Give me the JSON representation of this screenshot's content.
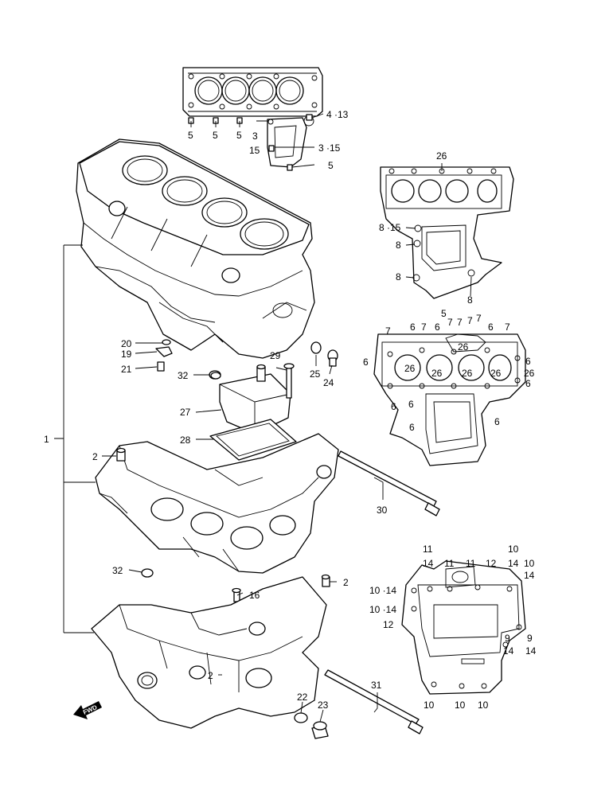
{
  "diagram": {
    "fwd_label": "FWD",
    "callouts": [
      {
        "id": "c1",
        "text": "1"
      },
      {
        "id": "c2a",
        "text": "2"
      },
      {
        "id": "c2b",
        "text": "2"
      },
      {
        "id": "c2c",
        "text": "2"
      },
      {
        "id": "c3a",
        "text": "3"
      },
      {
        "id": "c15a",
        "text": "15"
      },
      {
        "id": "c3_15",
        "text": "3 ·15"
      },
      {
        "id": "c4_13",
        "text": "4 ·13"
      },
      {
        "id": "c5a",
        "text": "5"
      },
      {
        "id": "c5b",
        "text": "5"
      },
      {
        "id": "c5c",
        "text": "5"
      },
      {
        "id": "c5d",
        "text": "5"
      },
      {
        "id": "c16",
        "text": "16"
      },
      {
        "id": "c19",
        "text": "19"
      },
      {
        "id": "c20",
        "text": "20"
      },
      {
        "id": "c21",
        "text": "21"
      },
      {
        "id": "c22",
        "text": "22"
      },
      {
        "id": "c23",
        "text": "23"
      },
      {
        "id": "c24",
        "text": "24"
      },
      {
        "id": "c25",
        "text": "25"
      },
      {
        "id": "c27",
        "text": "27"
      },
      {
        "id": "c28",
        "text": "28"
      },
      {
        "id": "c29",
        "text": "29"
      },
      {
        "id": "c30",
        "text": "30"
      },
      {
        "id": "c31",
        "text": "31"
      },
      {
        "id": "c32a",
        "text": "32"
      },
      {
        "id": "c32b",
        "text": "32"
      },
      {
        "id": "r1_26",
        "text": "26"
      },
      {
        "id": "r1_8_15",
        "text": "8 ·15"
      },
      {
        "id": "r1_8a",
        "text": "8"
      },
      {
        "id": "r1_8b",
        "text": "8"
      },
      {
        "id": "r1_8c",
        "text": "8"
      },
      {
        "id": "r2_5",
        "text": "5"
      },
      {
        "id": "r2_7a",
        "text": "7"
      },
      {
        "id": "r2_6a",
        "text": "6"
      },
      {
        "id": "r2_7b",
        "text": "7"
      },
      {
        "id": "r2_6b",
        "text": "6"
      },
      {
        "id": "r2_7c",
        "text": "7"
      },
      {
        "id": "r2_7d",
        "text": "7"
      },
      {
        "id": "r2_7e",
        "text": "7"
      },
      {
        "id": "r2_7f",
        "text": "7"
      },
      {
        "id": "r2_6c",
        "text": "6"
      },
      {
        "id": "r2_7g",
        "text": "7"
      },
      {
        "id": "r2_26a",
        "text": "26"
      },
      {
        "id": "r2_6d",
        "text": "6"
      },
      {
        "id": "r2_26b",
        "text": "26"
      },
      {
        "id": "r2_6e",
        "text": "6"
      },
      {
        "id": "r2_26c",
        "text": "26"
      },
      {
        "id": "r2_26d",
        "text": "26"
      },
      {
        "id": "r2_26e",
        "text": "26"
      },
      {
        "id": "r2_26f",
        "text": "26"
      },
      {
        "id": "r2_6f",
        "text": "6"
      },
      {
        "id": "r2_6g",
        "text": "6"
      },
      {
        "id": "r2_6h",
        "text": "6"
      },
      {
        "id": "r2_6i",
        "text": "6"
      },
      {
        "id": "r2_6j",
        "text": "6"
      },
      {
        "id": "r3_11a",
        "text": "11"
      },
      {
        "id": "r3_14a",
        "text": "14"
      },
      {
        "id": "r3_11b",
        "text": "11"
      },
      {
        "id": "r3_11c",
        "text": "11"
      },
      {
        "id": "r3_12a",
        "text": "12"
      },
      {
        "id": "r3_10a",
        "text": "10"
      },
      {
        "id": "r3_14b",
        "text": "14"
      },
      {
        "id": "r3_10b",
        "text": "10"
      },
      {
        "id": "r3_14c",
        "text": "14"
      },
      {
        "id": "r3_10_14a",
        "text": "10 ·14"
      },
      {
        "id": "r3_10_14b",
        "text": "10 ·14"
      },
      {
        "id": "r3_12b",
        "text": "12"
      },
      {
        "id": "r3_9a",
        "text": "9"
      },
      {
        "id": "r3_9b",
        "text": "9"
      },
      {
        "id": "r3_14d",
        "text": "14"
      },
      {
        "id": "r3_14e",
        "text": "14"
      },
      {
        "id": "r3_10c",
        "text": "10"
      },
      {
        "id": "r3_10d",
        "text": "10"
      },
      {
        "id": "r3_10e",
        "text": "10"
      }
    ]
  }
}
